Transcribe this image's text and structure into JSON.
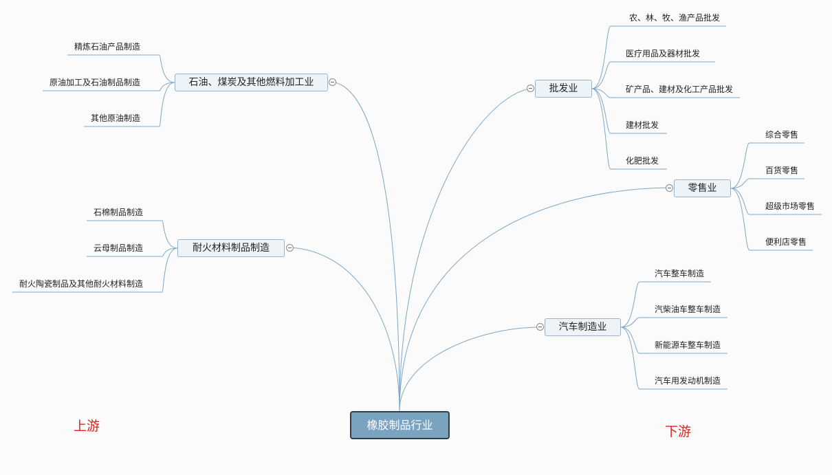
{
  "root": {
    "label": "橡胶制品行业"
  },
  "labels": {
    "upstream": "上游",
    "downstream": "下游"
  },
  "colors": {
    "line": "#7fa6c4",
    "root_fill": "#7aa3c0",
    "node_fill": "#eef3f8",
    "tag": "#e02020"
  },
  "branches": [
    {
      "id": "petroleum",
      "label": "石油、煤炭及其他燃料加工业",
      "side": "left",
      "children": [
        "精炼石油产品制造",
        "原油加工及石油制品制造",
        "其他原油制造"
      ]
    },
    {
      "id": "refractory",
      "label": "耐火材料制品制造",
      "side": "left",
      "children": [
        "石棉制品制造",
        "云母制品制造",
        "耐火陶瓷制品及其他耐火材料制造"
      ]
    },
    {
      "id": "wholesale",
      "label": "批发业",
      "side": "right",
      "children": [
        "农、林、牧、渔产品批发",
        "医疗用品及器材批发",
        "矿产品、建材及化工产品批发",
        "建材批发",
        "化肥批发"
      ]
    },
    {
      "id": "retail",
      "label": "零售业",
      "side": "right",
      "children": [
        "综合零售",
        "百货零售",
        "超级市场零售",
        "便利店零售"
      ]
    },
    {
      "id": "auto",
      "label": "汽车制造业",
      "side": "right",
      "children": [
        "汽车整车制造",
        "汽柴油车整车制造",
        "新能源车整车制造",
        "汽车用发动机制造"
      ]
    }
  ]
}
